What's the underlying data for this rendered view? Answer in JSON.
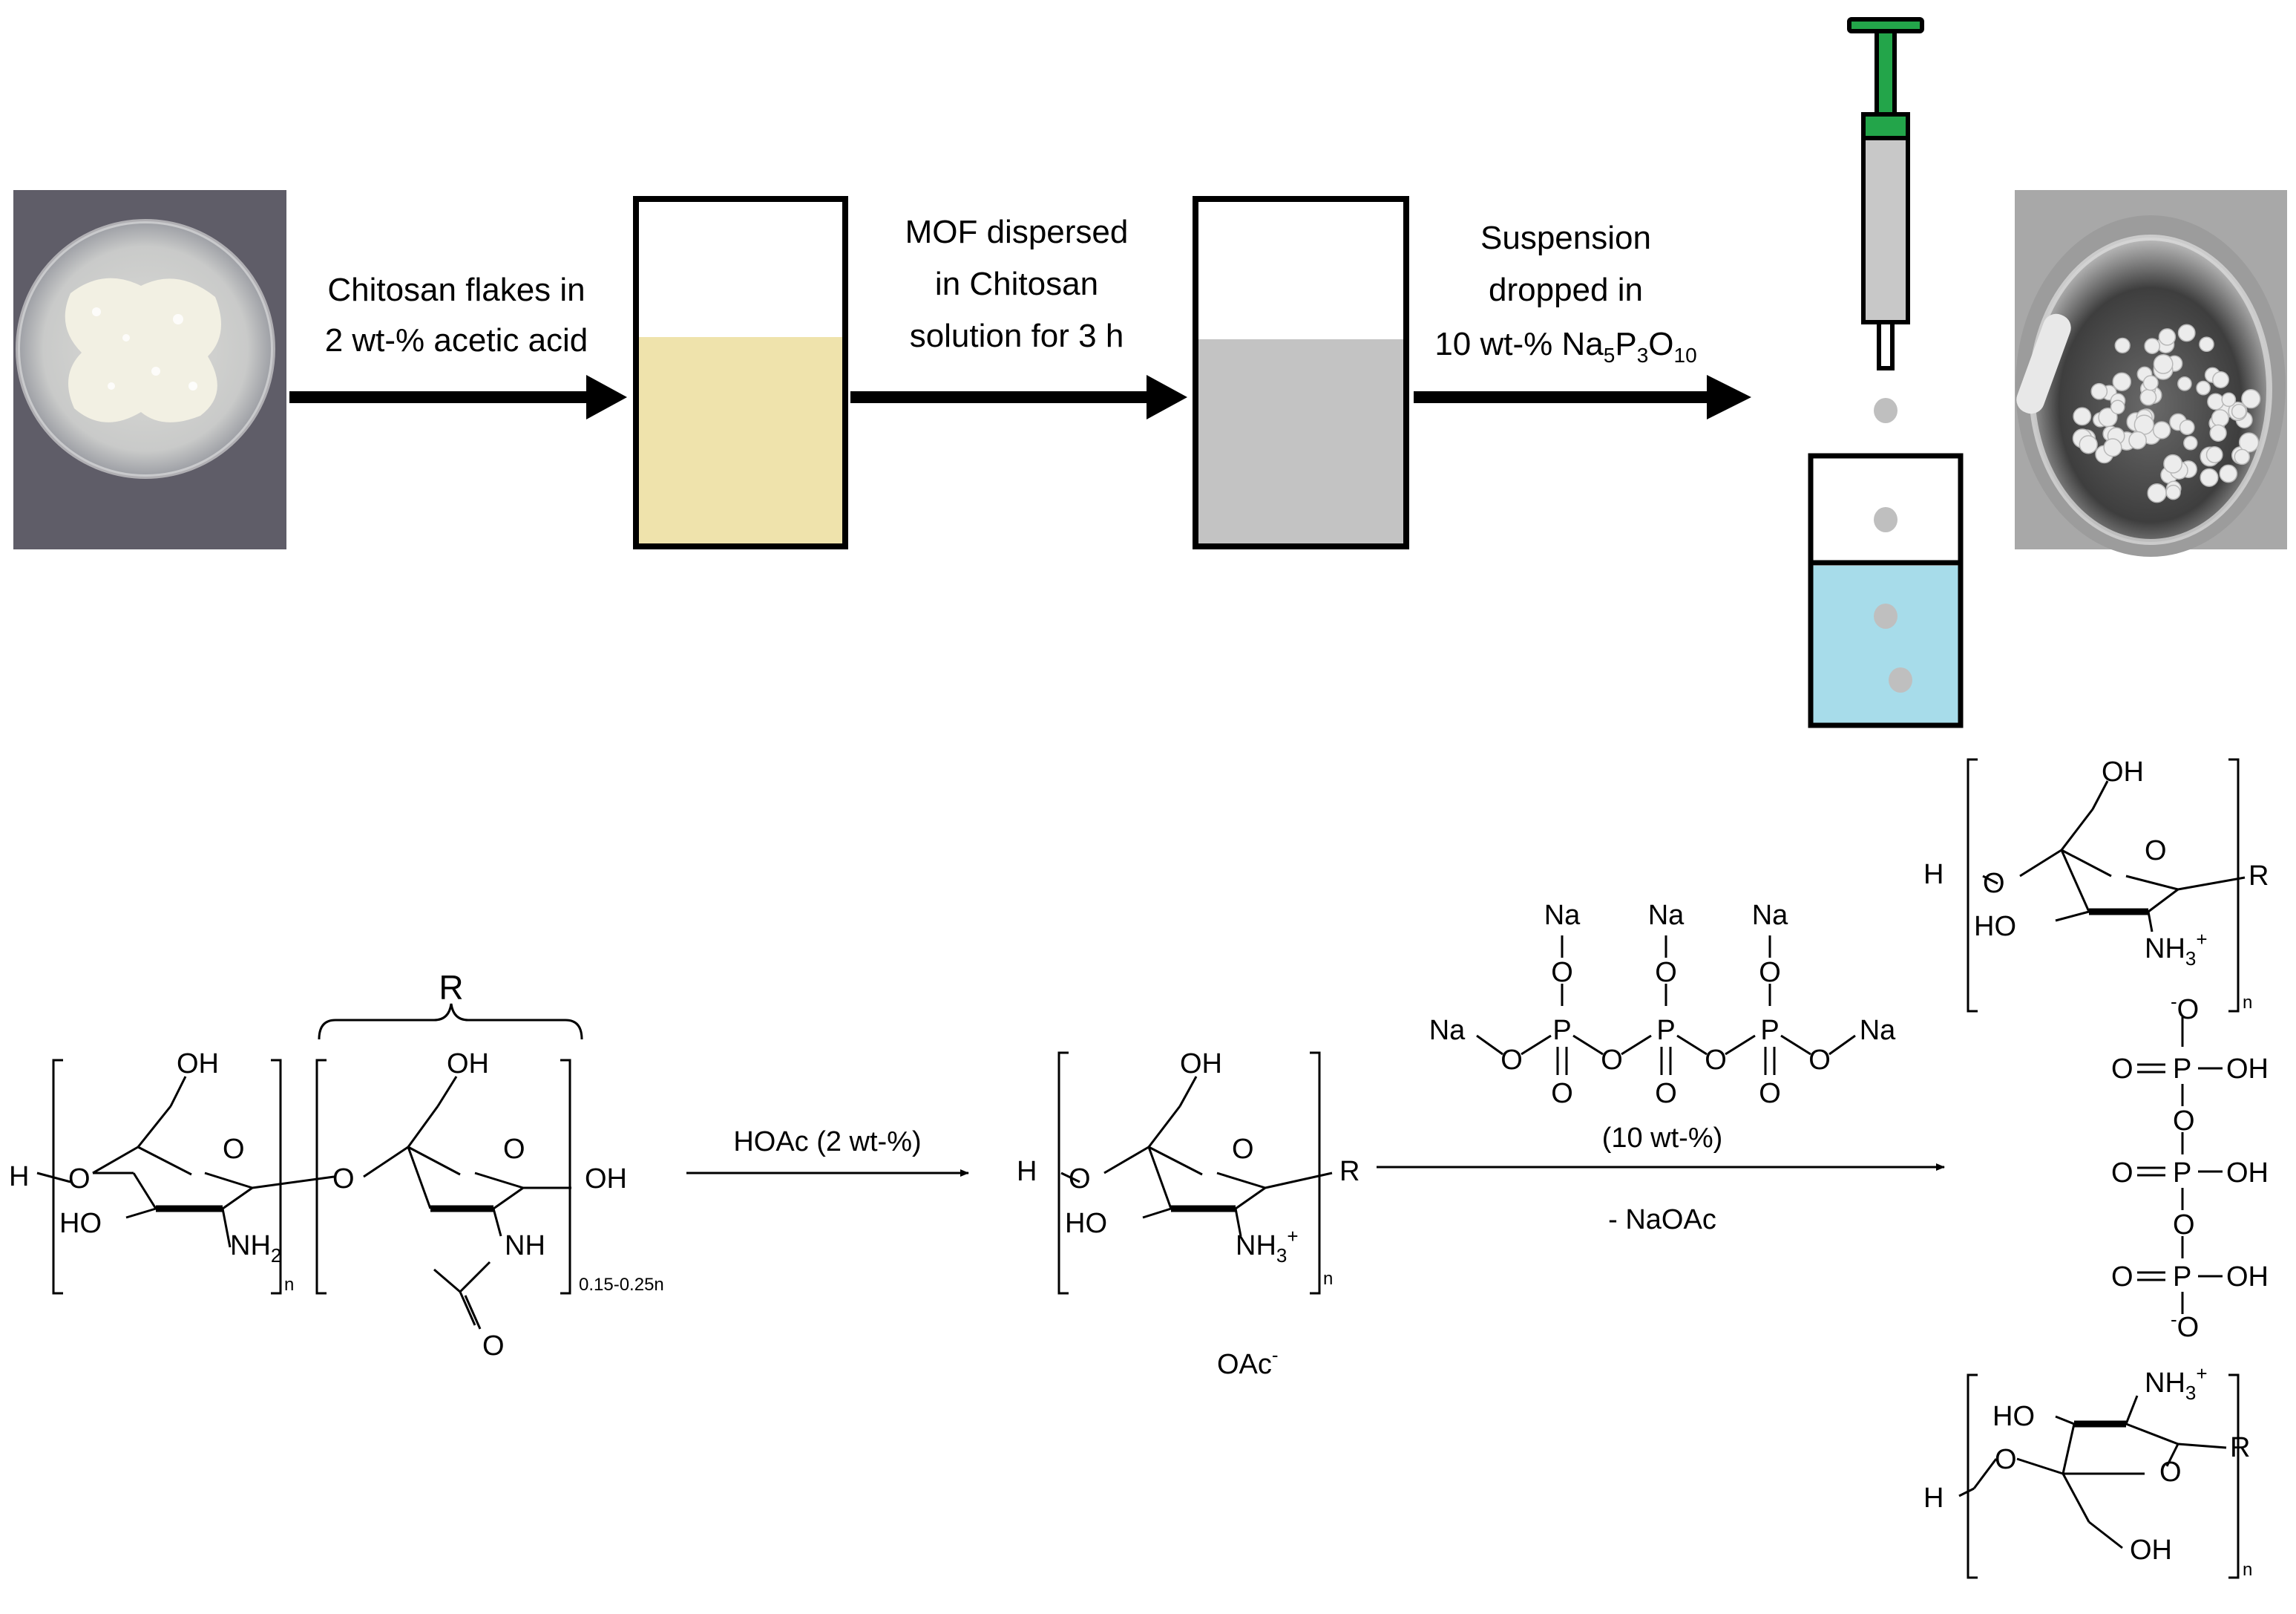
{
  "process": {
    "step1_line1": "Chitosan flakes in",
    "step1_line2": "2 wt-% acetic acid",
    "step2_line1": "MOF dispersed",
    "step2_line2": "in Chitosan",
    "step2_line3": "solution for 3 h",
    "step3_line1": "Suspension",
    "step3_line2": "dropped in",
    "step3_line3_prefix": "10 wt-% Na",
    "step3_sub1": "5",
    "step3_mid": "P",
    "step3_sub2": "3",
    "step3_mid2": "O",
    "step3_sub3": "10"
  },
  "photos": {
    "flakes": "chitosan-flakes-photo",
    "beads": "chitosan-beads-photo"
  },
  "colors": {
    "chitosan_solution": "#efe3ac",
    "mof_suspension": "#c3c3c3",
    "bath": "#a7dcea",
    "syringe_green": "#23a54a",
    "syringe_barrel": "#c8c8c8",
    "drop": "#bfbfbf"
  },
  "scheme": {
    "R": "R",
    "H": "H",
    "O": "O",
    "OH": "OH",
    "HO": "HO",
    "NH": "NH",
    "NH2_main": "NH",
    "NH2_sub": "2",
    "NH3_main": "NH",
    "NH3_sub": "3",
    "plus": "+",
    "n": "n",
    "acetyl_range": "0.15-0.25n",
    "reagent1": "HOAc (2 wt-%)",
    "acetate_main": "OAc",
    "minus": "-",
    "Na": "Na",
    "P": "P",
    "tpp_conc": "(10 wt-%)",
    "byproduct": "- NaOAc"
  }
}
